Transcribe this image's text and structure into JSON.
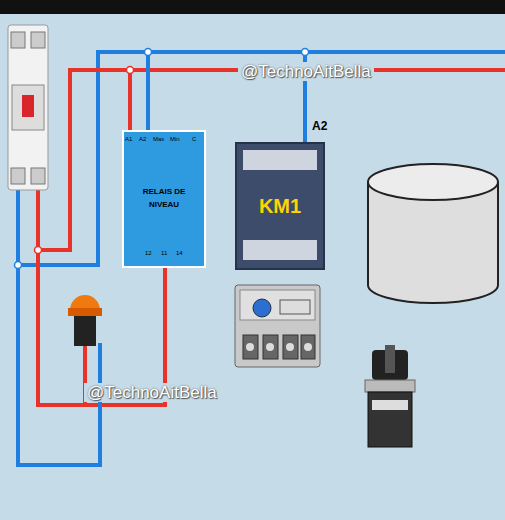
{
  "diagram": {
    "nodes": [
      {
        "text": [
          "RELAIS DE NIVEAU"
        ]
      },
      {
        "text": [
          "KM1"
        ]
      }
    ],
    "labels": [
      "@TechnoAitBella",
      "A2",
      "A1",
      "A2",
      "Max",
      "Min",
      "C",
      "12",
      "11",
      "14",
      "@TechnoAitBella"
    ]
  }
}
